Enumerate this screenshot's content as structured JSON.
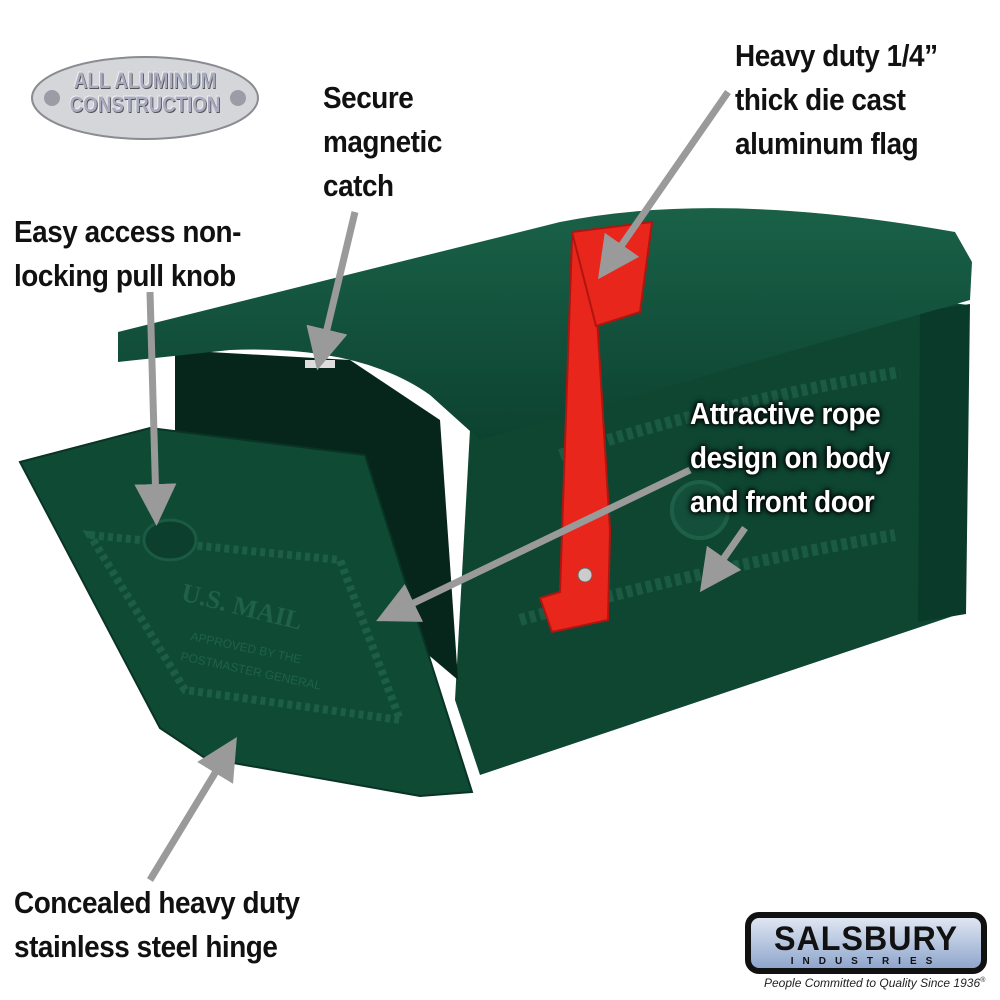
{
  "badge": {
    "line1": "ALL ALUMINUM",
    "line2": "CONSTRUCTION"
  },
  "callouts": {
    "catch": [
      "Secure",
      "magnetic",
      "catch"
    ],
    "flag": [
      "Heavy duty 1/4”",
      "thick die cast",
      "aluminum flag"
    ],
    "knob": [
      "Easy access non-",
      "locking pull knob"
    ],
    "rope": [
      "Attractive rope",
      "design on body",
      "and front door"
    ],
    "hinge": [
      "Concealed heavy duty",
      "stainless steel hinge"
    ]
  },
  "door_emboss": {
    "line1": "U.S. MAIL",
    "line2": "APPROVED BY THE",
    "line3": "POSTMASTER GENERAL"
  },
  "logo": {
    "name": "SALSBURY",
    "sub": "INDUSTRIES",
    "tagline": "People Committed to Quality Since 1936",
    "registered": "®"
  },
  "colors": {
    "body": "#0f4a35",
    "flag": "#e8261c",
    "arrow": "#9a9a9a"
  }
}
